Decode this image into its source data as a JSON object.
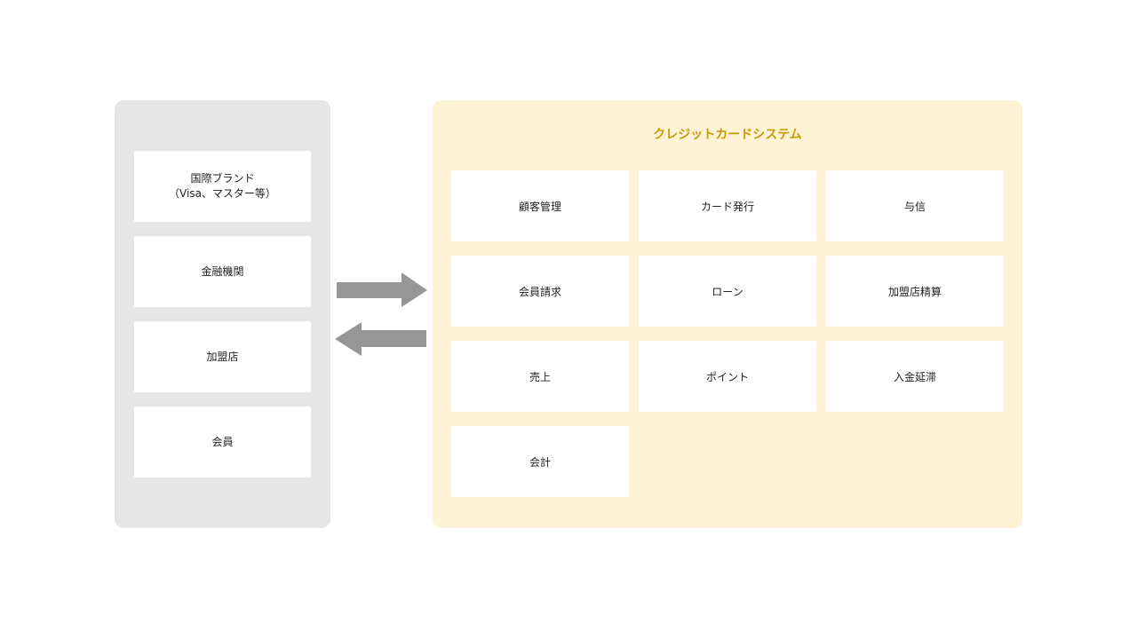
{
  "colors": {
    "left_panel_bg": "#e6e6e6",
    "right_panel_bg": "#fef3d4",
    "title_color": "#c99a08",
    "arrow_color": "#969696"
  },
  "left": {
    "items": [
      {
        "line1": "国際ブランド",
        "line2": "（Visa、マスター等）"
      },
      {
        "line1": "金融機関",
        "line2": ""
      },
      {
        "line1": "加盟店",
        "line2": ""
      },
      {
        "line1": "会員",
        "line2": ""
      }
    ]
  },
  "right": {
    "title": "クレジットカードシステム",
    "modules": [
      "顧客管理",
      "カード発行",
      "与信",
      "会員請求",
      "ローン",
      "加盟店精算",
      "売上",
      "ポイント",
      "入金延滞",
      "会計"
    ]
  },
  "arrows": [
    {
      "direction": "right"
    },
    {
      "direction": "left"
    }
  ]
}
